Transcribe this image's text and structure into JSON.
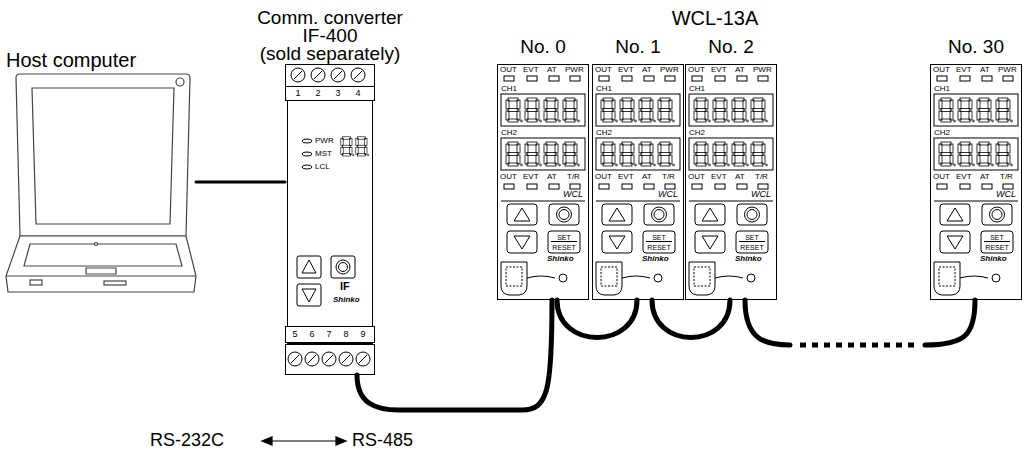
{
  "diagram": {
    "nodes": [
      {
        "text": [
          "Host computer"
        ]
      },
      {
        "text": [
          "Comm. converter",
          "IF-400",
          "(sold separately)",
          "1",
          "2",
          "3",
          "4",
          "PWR",
          "MST",
          "LCL",
          "IF",
          "Shinko",
          "5",
          "6",
          "7",
          "8",
          "9"
        ]
      },
      {
        "text": [
          "No. 0",
          "OUT",
          "EVT",
          "AT",
          "PWR",
          "CH1",
          "CH2",
          "OUT",
          "EVT",
          "AT",
          "T/R",
          "WCL",
          "SET",
          "RESET",
          "Shinko"
        ]
      },
      {
        "text": [
          "No. 1",
          "OUT",
          "EVT",
          "AT",
          "PWR",
          "CH1",
          "CH2",
          "OUT",
          "EVT",
          "AT",
          "T/R",
          "WCL",
          "SET",
          "RESET",
          "Shinko"
        ]
      },
      {
        "text": [
          "No. 2",
          "OUT",
          "EVT",
          "AT",
          "PWR",
          "CH1",
          "CH2",
          "OUT",
          "EVT",
          "AT",
          "T/R",
          "WCL",
          "SET",
          "RESET",
          "Shinko"
        ]
      },
      {
        "text": [
          "No. 30",
          "OUT",
          "EVT",
          "AT",
          "PWR",
          "CH1",
          "CH2",
          "OUT",
          "EVT",
          "AT",
          "T/R",
          "WCL",
          "SET",
          "RESET",
          "Shinko"
        ]
      }
    ],
    "edges": [
      {
        "from": 0,
        "to": 1,
        "arrow": "none"
      },
      {
        "from": 1,
        "to": 2,
        "arrow": "none"
      },
      {
        "from": 2,
        "to": 3,
        "arrow": "none"
      },
      {
        "from": 3,
        "to": 4,
        "arrow": "none"
      },
      {
        "from": 4,
        "to": 5,
        "arrow": "none"
      }
    ],
    "labels": [
      "WCL-13A",
      "RS-232C",
      "RS-485"
    ]
  }
}
